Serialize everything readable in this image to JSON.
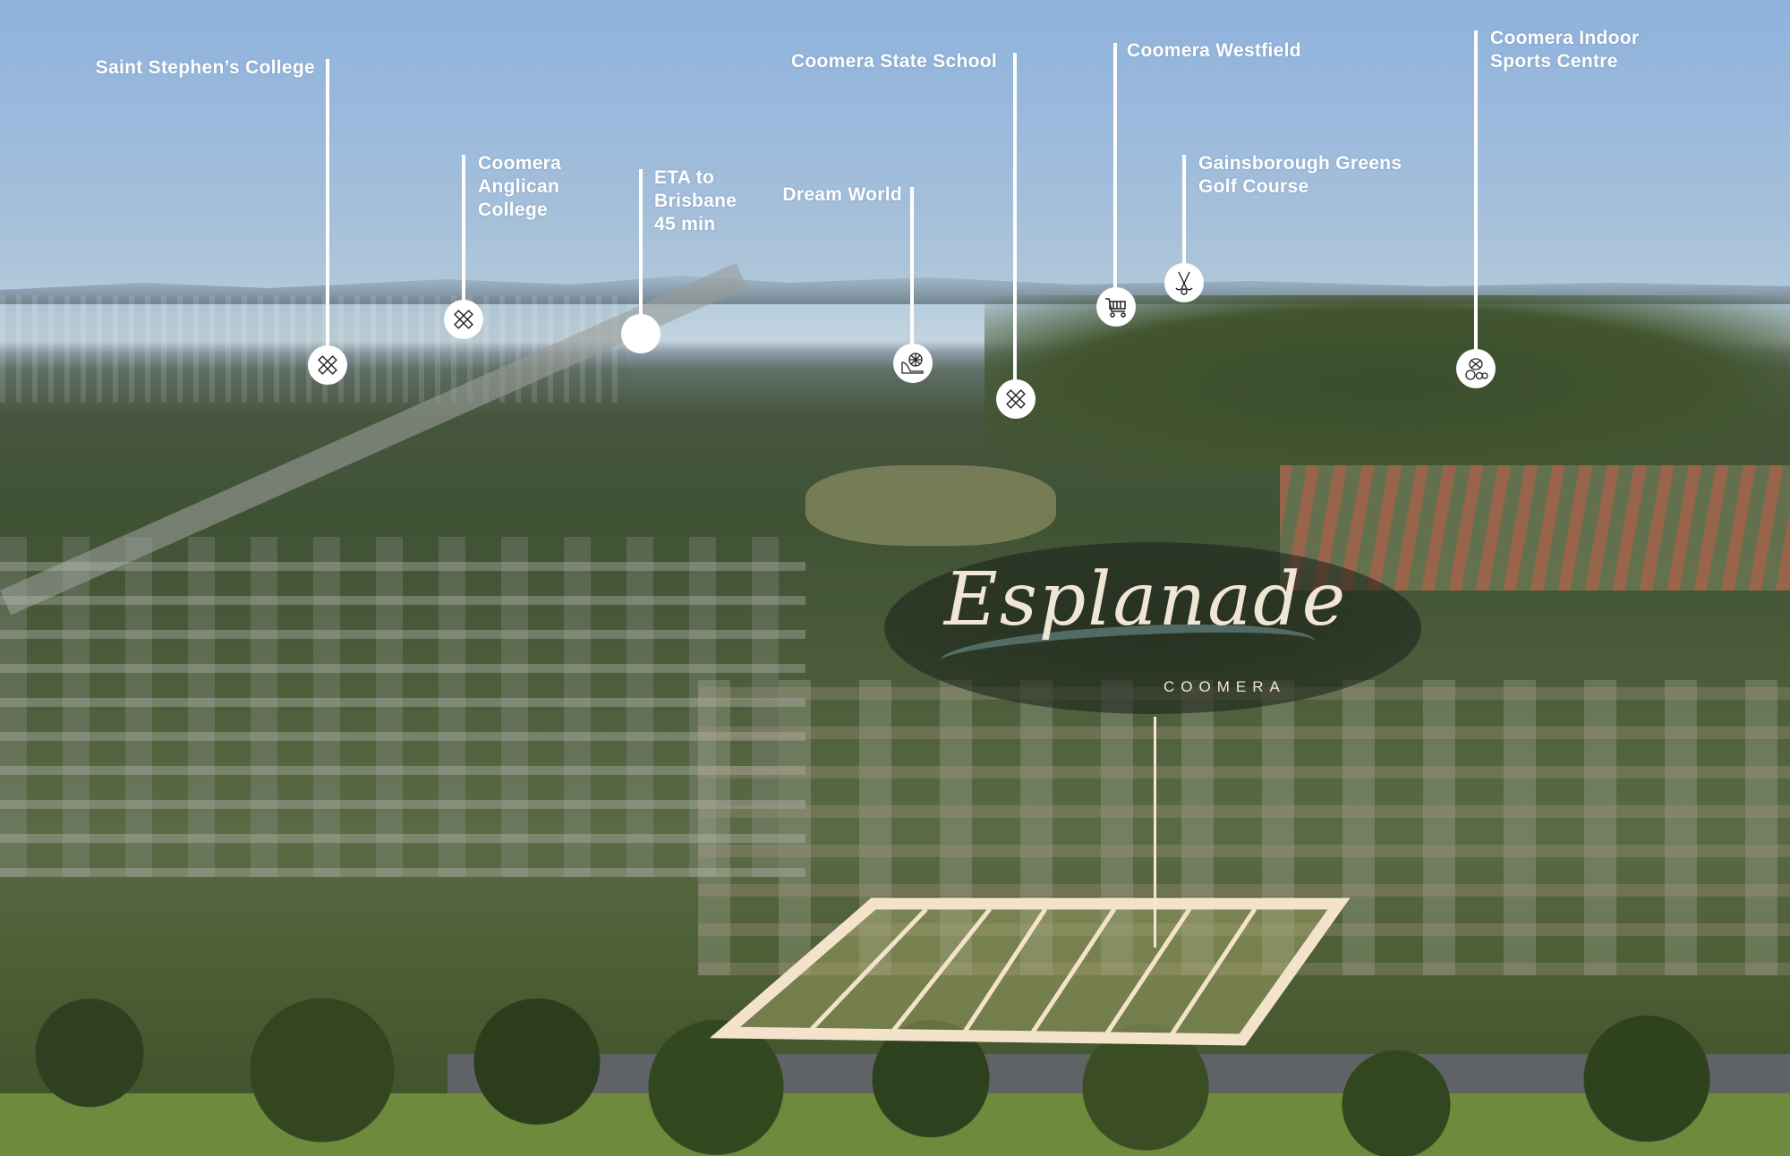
{
  "brand": {
    "name": "Esplanade",
    "suburb": "COOMERA",
    "lot_outline_color": "#f4e3cb",
    "label_color": "#ffffff"
  },
  "points_of_interest": [
    {
      "label": "Saint Stephen’s College",
      "icon": "school-pencil-ruler-icon"
    },
    {
      "label_lines": [
        "Coomera",
        "Anglican",
        "College"
      ],
      "icon": "school-pencil-ruler-icon"
    },
    {
      "label_lines": [
        "ETA to",
        "Brisbane",
        "45 min"
      ],
      "icon": "blank-pin"
    },
    {
      "label": "Dream World",
      "icon": "theme-park-ferris-wheel-icon"
    },
    {
      "label": "Coomera State School",
      "icon": "school-pencil-ruler-icon"
    },
    {
      "label": "Coomera Westfield",
      "icon": "shopping-cart-icon"
    },
    {
      "label_lines": [
        "Gainsborough Greens",
        "Golf Course"
      ],
      "icon": "golf-clubs-icon"
    },
    {
      "label_lines": [
        "Coomera Indoor",
        "Sports Centre"
      ],
      "icon": "sports-balls-icon"
    }
  ],
  "site": {
    "lots_count": 7
  }
}
